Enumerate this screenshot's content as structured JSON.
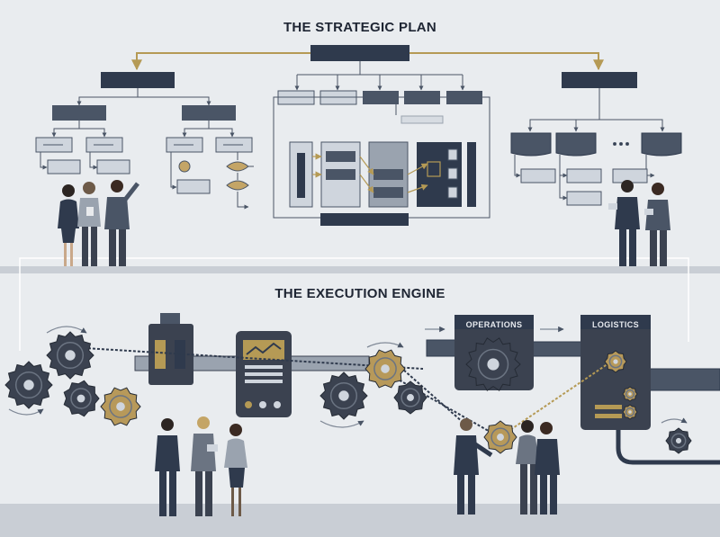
{
  "titles": {
    "strategic_plan": "THE STRATEGIC PLAN",
    "execution_engine": "THE EXECUTION ENGINE"
  },
  "process_labels": {
    "operations": "OPERATIONS",
    "logistics": "LOGISTICS"
  },
  "colors": {
    "background": "#e9ecef",
    "navy": "#2f3a4d",
    "slate": "#4a5566",
    "light_box": "#cfd5dd",
    "gold_accent": "#b59a55",
    "gear_dark": "#3b4250",
    "gear_gold": "#b7995a",
    "ground": "#c9ced5"
  },
  "icons": [
    "gear-icon",
    "person-icon",
    "arrow-icon",
    "pipe-icon",
    "chain-icon"
  ]
}
